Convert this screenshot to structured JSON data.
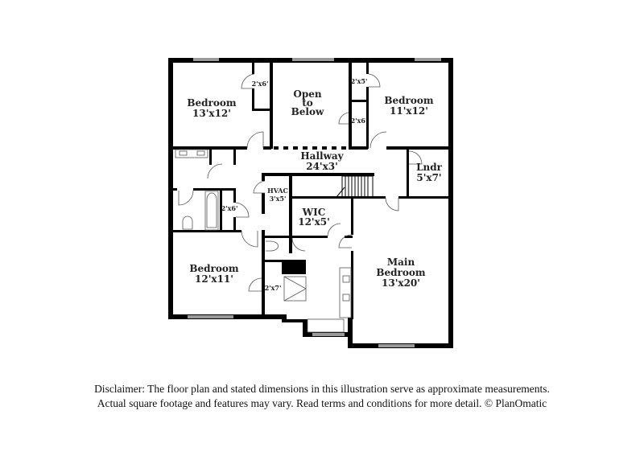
{
  "rooms": {
    "bedroom_nw": {
      "name": "Bedroom",
      "dims": "13'x12'"
    },
    "open_below": {
      "line1": "Open",
      "line2": "to",
      "line3": "Below"
    },
    "bedroom_ne": {
      "name": "Bedroom",
      "dims": "11'x12'"
    },
    "hallway": {
      "name": "Hallway",
      "dims": "24'x3'"
    },
    "laundry": {
      "name": "Lndr",
      "dims": "5'x7'"
    },
    "hvac": {
      "name": "HVAC",
      "dims": "3'x5'"
    },
    "wic": {
      "name": "WIC",
      "dims": "12'x5'"
    },
    "bedroom_sw": {
      "name": "Bedroom",
      "dims": "12'x11'"
    },
    "main_bedroom": {
      "line1": "Main",
      "line2": "Bedroom",
      "dims": "13'x20'"
    }
  },
  "closets": [
    "2'x6'",
    "2'x5'",
    "2'x6'",
    "2'x6'",
    "2'x7'"
  ],
  "disclaimer": {
    "line1": "Disclaimer: The floor plan and stated dimensions in this illustration serve as approximate measurements.",
    "line2": "Actual square footage and features may vary. Read terms and conditions for more detail. © PlanOmatic"
  },
  "colors": {
    "wall": "#000000",
    "window": "#9a9a9a"
  }
}
